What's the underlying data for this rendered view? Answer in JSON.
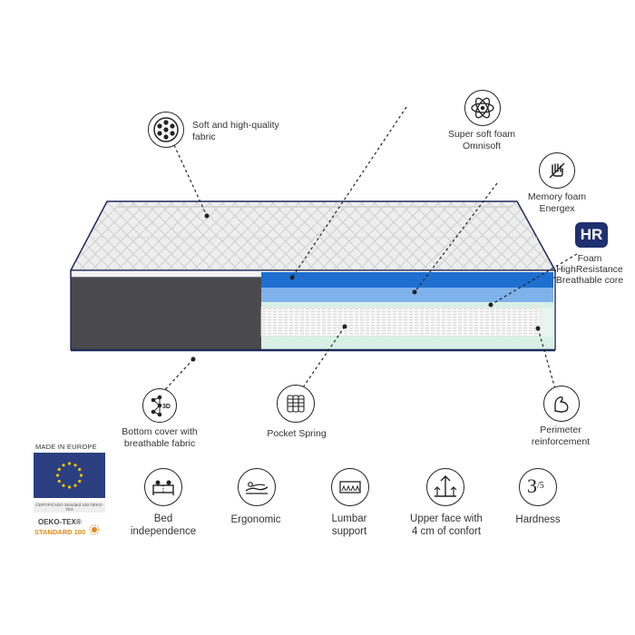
{
  "callouts": {
    "fabric": "Soft and high-quality fabric",
    "omnisoft_line1": "Super soft foam",
    "omnisoft_line2": "Omnisoft",
    "energex_line1": "Memory foam",
    "energex_line2": "Energex",
    "hr_badge": "HR",
    "hr_line1": "Foam",
    "hr_line2": "HighResistance",
    "hr_line3": "Breathable core",
    "bottom_cover_line1": "Bottom cover with",
    "bottom_cover_line2": "breathable fabric",
    "pocket_spring": "Pocket Spring",
    "perimeter_line1": "Perimeter",
    "perimeter_line2": "reinforcement",
    "badge_3d": "3D"
  },
  "certifications": {
    "made_in_europe": "MADE IN EUROPE",
    "oeko_small": "CERTIFICADO Standard 100 OEKO-TEX",
    "oeko_tex": "OEKO-TEX®",
    "standard_100": "STANDARD 100"
  },
  "features": [
    {
      "line1": "Bed",
      "line2": "independence",
      "icon": "bed-independence-icon"
    },
    {
      "line1": "Ergonomic",
      "line2": "",
      "icon": "ergonomic-icon"
    },
    {
      "line1": "Lumbar",
      "line2": "support",
      "icon": "lumbar-icon"
    },
    {
      "line1": "Upper face with",
      "line2": "4 cm of confort",
      "icon": "upper-face-icon"
    },
    {
      "line1": "Hardness",
      "line2": "",
      "icon": "hardness-icon"
    }
  ],
  "hardness_glyph": {
    "big": "3",
    "small": "/5"
  },
  "colors": {
    "navy": "#1f2a5a",
    "blue_layer": "#1e6fd0",
    "light_blue_layer": "#7fb2ea",
    "mint_layer": "#d8f0e6",
    "side_gray": "#4a4a4c",
    "hr_badge": "#1f3070",
    "eu_flag": "#2b3f80",
    "eu_star": "#f4c400",
    "oeko_orange": "#e08a1e"
  }
}
